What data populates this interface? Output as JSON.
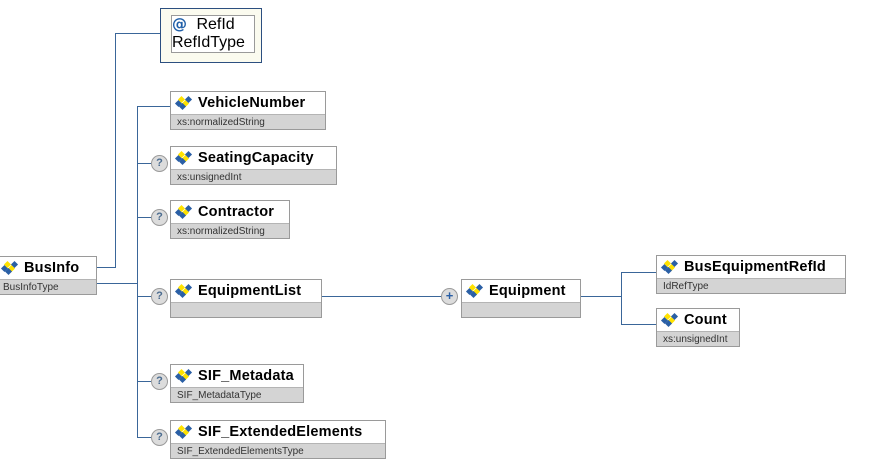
{
  "diagram": {
    "type": "xsd-schema-tree",
    "root": {
      "name": "BusInfo",
      "type": "BusInfoType",
      "icon": "element-icon",
      "occurrence": "required"
    },
    "attributes": [
      {
        "name": "RefId",
        "type": "RefIdType",
        "icon": "attribute-icon",
        "marker": "@"
      }
    ],
    "children": [
      {
        "name": "VehicleNumber",
        "type": "xs:normalizedString",
        "icon": "element-icon",
        "occurrence": "required",
        "badge": ""
      },
      {
        "name": "SeatingCapacity",
        "type": "xs:unsignedInt",
        "icon": "element-icon",
        "occurrence": "optional",
        "badge": "?"
      },
      {
        "name": "Contractor",
        "type": "xs:normalizedString",
        "icon": "element-icon",
        "occurrence": "optional",
        "badge": "?"
      },
      {
        "name": "EquipmentList",
        "type": "",
        "icon": "element-icon",
        "occurrence": "optional",
        "badge": "?"
      },
      {
        "name": "SIF_Metadata",
        "type": "SIF_MetadataType",
        "icon": "element-icon",
        "occurrence": "optional",
        "badge": "?"
      },
      {
        "name": "SIF_ExtendedElements",
        "type": "SIF_ExtendedElementsType",
        "icon": "element-icon",
        "occurrence": "optional",
        "badge": "?"
      }
    ],
    "equipment": {
      "name": "Equipment",
      "type": "",
      "icon": "element-icon",
      "occurrence": "repeating",
      "badge": "+"
    },
    "equipment_children": [
      {
        "name": "BusEquipmentRefId",
        "type": "IdRefType",
        "icon": "element-icon",
        "occurrence": "required",
        "badge": ""
      },
      {
        "name": "Count",
        "type": "xs:unsignedInt",
        "icon": "element-icon",
        "occurrence": "required",
        "badge": ""
      }
    ],
    "colors": {
      "connector": "#3a6699",
      "attribute_frame": "#2c4f80",
      "attribute_fill": "#fbfbef",
      "type_bar": "#d4d4d4",
      "node_border": "#9a9a9a",
      "badge_fill": "#dcdcdc",
      "icon_yellow": "#ffe200",
      "icon_blue": "#2a5fa5",
      "background": "#ffffff"
    }
  }
}
